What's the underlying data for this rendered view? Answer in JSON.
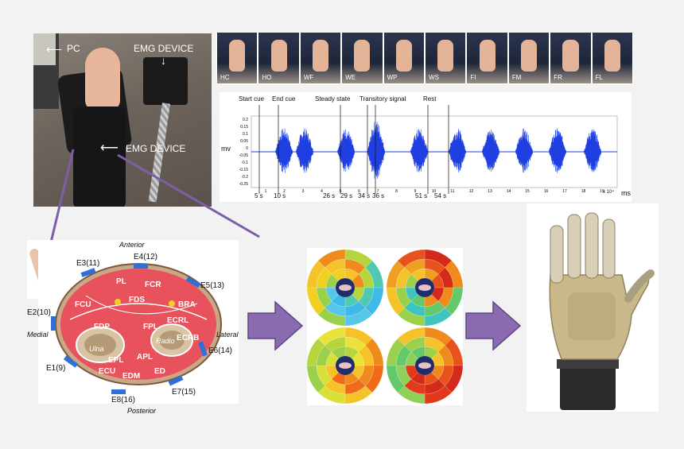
{
  "setup_photo": {
    "pc_label": "PC",
    "emg_device_top": "EMG DEVICE",
    "emg_device_arm": "EMG DEVICE"
  },
  "gestures": [
    "HC",
    "HO",
    "WF",
    "WE",
    "WP",
    "WS",
    "FI",
    "FM",
    "FR",
    "FL"
  ],
  "emg_plot": {
    "ylabel": "mv",
    "xlabel": "ms",
    "x_multiplier": "x 10⁴",
    "yticks": [
      "0.2",
      "0.15",
      "0.1",
      "0.05",
      "0",
      "-0.05",
      "-0.1",
      "-0.15",
      "-0.2",
      "-0.25"
    ],
    "xticks": [
      "1",
      "2",
      "3",
      "4",
      "5",
      "6",
      "7",
      "8",
      "9",
      "10",
      "11",
      "12",
      "13",
      "14",
      "15",
      "16",
      "17",
      "18",
      "19"
    ],
    "annotations": [
      "Start cue",
      "End cue",
      "Steady state",
      "Transitory signal",
      "Rest"
    ],
    "time_marks": [
      "5 s",
      "10 s",
      "26 s",
      "29 s",
      "34 s",
      "36 s",
      "51 s",
      "54 s"
    ]
  },
  "cross_section": {
    "anterior": "Anterior",
    "posterior": "Posterior",
    "medial": "Medial",
    "lateral": "Lateral",
    "electrodes": [
      "E3(11)",
      "E4(12)",
      "E5(13)",
      "E2(10)",
      "E6(14)",
      "E1(9)",
      "E7(15)",
      "E8(16)"
    ],
    "muscles": [
      "PL",
      "FCR",
      "FCU",
      "FDS",
      "BRA",
      "ECRL",
      "FDP",
      "FPL",
      "ECRB",
      "APL",
      "EPL",
      "ECU",
      "ED",
      "EDM"
    ],
    "bones": [
      "Ulna",
      "Radio"
    ]
  },
  "colors": {
    "emg_signal": "#1f3fe0",
    "arrow": "#8b6bb0",
    "flesh": "#e8525c"
  }
}
